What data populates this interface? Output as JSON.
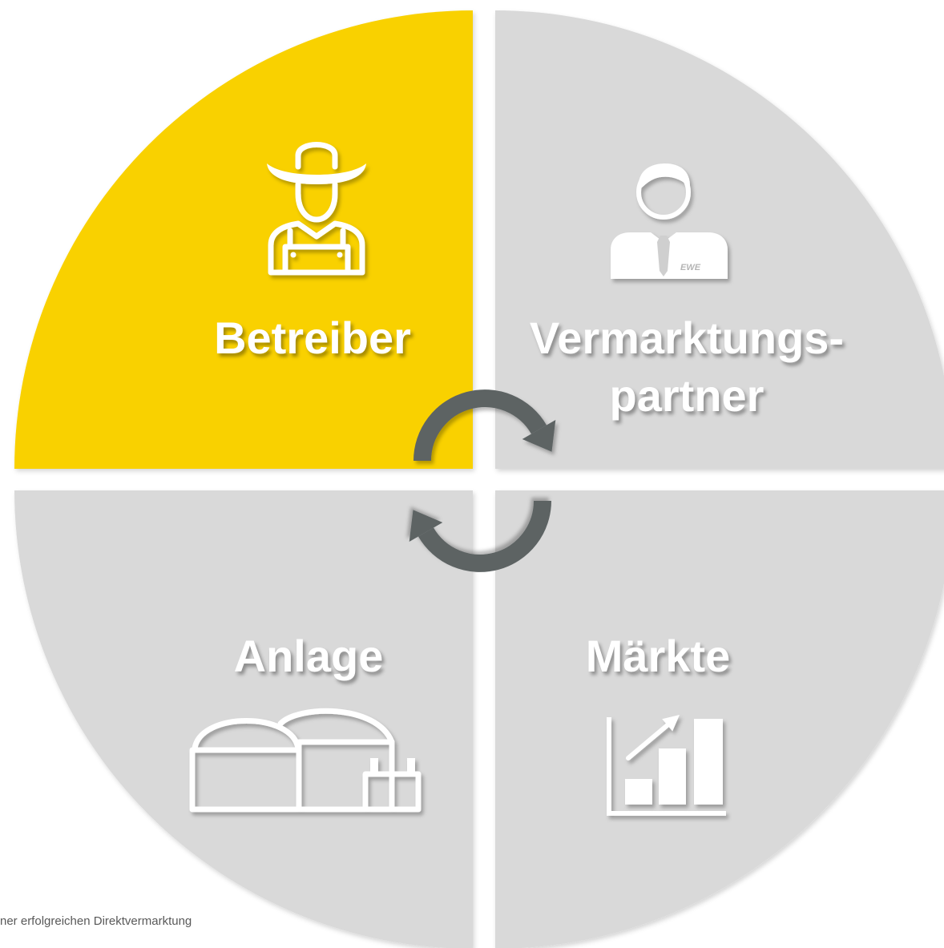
{
  "diagram": {
    "quadrants": {
      "operator": {
        "label": "Betreiber",
        "color": "#F9D100",
        "icon": "farmer-icon"
      },
      "partner": {
        "label_line1": "Vermarktungs-",
        "label_line2": "partner",
        "color": "#D9D9D9",
        "icon": "businessman-icon",
        "icon_badge": "EWE",
        "tie_color": "#CFCFCF",
        "badge_color": "#B5B5B5"
      },
      "plant": {
        "label": "Anlage",
        "color": "#D9D9D9",
        "icon": "biogas-plant-icon"
      },
      "markets": {
        "label": "Märkte",
        "color": "#D9D9D9",
        "icon": "bar-chart-icon"
      }
    },
    "cycle_arrows": {
      "color": "#5D6364",
      "icons": [
        "cycle-arrow-top-icon",
        "cycle-arrow-bottom-icon"
      ]
    },
    "icon_color": "#FFFFFF"
  },
  "caption": "ner erfolgreichen Direktvermarktung"
}
